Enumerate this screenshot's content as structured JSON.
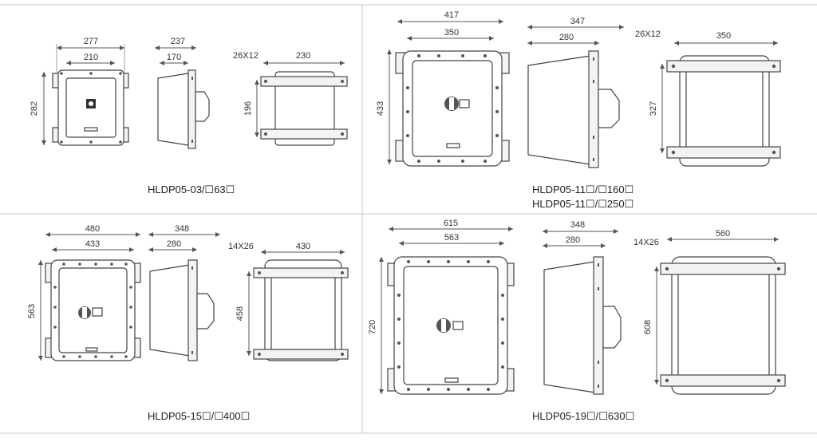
{
  "colors": {
    "line": "#555555",
    "divider": "#c8c8c8",
    "text": "#222222"
  },
  "panels": [
    {
      "model": "HLDP05-03/",
      "suffix": "63",
      "front": {
        "width_outer": "277",
        "width_inner": "210",
        "height": "282"
      },
      "side": {
        "depth_outer": "237",
        "depth_inner": "170"
      },
      "back": {
        "slot": "26X12",
        "mount_width": "230",
        "mount_height": "196"
      }
    },
    {
      "model": "HLDP05-11",
      "suffix": "160",
      "model2": "HLDP05-11",
      "suffix2": "250",
      "front": {
        "width_outer": "417",
        "width_inner": "350",
        "height": "433"
      },
      "side": {
        "depth_outer": "347",
        "depth_inner": "280"
      },
      "back": {
        "slot": "26X12",
        "mount_width": "350",
        "mount_height": "327"
      }
    },
    {
      "model": "HLDP05-15",
      "suffix": "400",
      "front": {
        "width_outer": "480",
        "width_inner": "433",
        "height": "563"
      },
      "side": {
        "depth_outer": "348",
        "depth_inner": "280"
      },
      "back": {
        "slot": "14X26",
        "mount_width": "430",
        "mount_height": "458"
      }
    },
    {
      "model": "HLDP05-19",
      "suffix": "630",
      "front": {
        "width_outer": "615",
        "width_inner": "563",
        "height": "720"
      },
      "side": {
        "depth_outer": "348",
        "depth_inner": "280"
      },
      "back": {
        "slot": "14X26",
        "mount_width": "560",
        "mount_height": "608"
      }
    }
  ]
}
